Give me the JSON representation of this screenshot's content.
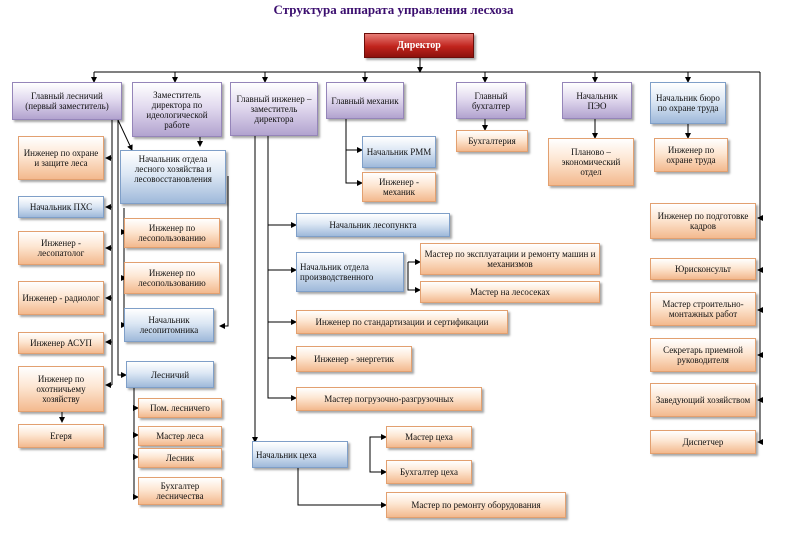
{
  "title": "Структура аппарата управления лесхоза",
  "boxes": {
    "director": "Директор",
    "chief_forester": "Главный лесничий (первый заместитель)",
    "deputy_ideology": "Заместитель директора по идеологической работе",
    "chief_engineer": "Главный инженер – заместитель директора",
    "chief_mechanic": "Главный механик",
    "chief_accountant": "Главный бухгалтер",
    "head_peo": "Начальник ПЭО",
    "head_labor": "Начальник бюро по охране труда",
    "eng_forest_protection": "Инженер по охране и защите леса",
    "head_pkhs": "Начальник ПХС",
    "eng_forest_pathologist": "Инженер - лесопатолог",
    "eng_radiologist": "Инженер - радиолог",
    "eng_asup": "Инженер АСУП",
    "eng_hunting": "Инженер по охотничьему хозяйству",
    "huntsmen": "Егеря",
    "head_forest_dept": "Начальник отдела лесного хозяйства и лесовосстановления",
    "eng_forest_use_1": "Инженер по лесопользованию",
    "eng_forest_use_2": "Инженер по лесопользованию",
    "head_nursery": "Начальник лесопитомника",
    "forester": "Лесничий",
    "asst_forester": "Пом. лесничего",
    "forest_master": "Мастер леса",
    "forest_ranger": "Лесник",
    "forestry_accountant": "Бухгалтер лесничества",
    "head_rmm": "Начальник РММ",
    "eng_mechanic": "Инженер - механик",
    "accounting": "Бухгалтерия",
    "planning_dept": "Планово – экономический отдел",
    "eng_labor": "Инженер по охране труда",
    "head_timber_yard": "Начальник лесопункта",
    "head_production_dept": "Начальник отдела производственного",
    "master_machinery": "Мастер по эксплуатации и ремонту машин и механизмов",
    "master_felling": "Мастер на лесосеках",
    "eng_standardization": "Инженер по стандартизации и сертификации",
    "eng_power": "Инженер - энергетик",
    "master_loading": "Мастер погрузочно-разгрузочных",
    "head_workshop": "Начальник цеха",
    "master_workshop": "Мастер цеха",
    "accountant_workshop": "Бухгалтер цеха",
    "master_equipment": "Мастер по ремонту оборудования",
    "eng_personnel": "Инженер по подготовке кадров",
    "legal_adviser": "Юрисконсульт",
    "master_construction": "Мастер строительно-монтажных работ",
    "secretary": "Секретарь приемной руководителя",
    "household_head": "Заведующий хозяйством",
    "dispatcher": "Диспетчер"
  }
}
